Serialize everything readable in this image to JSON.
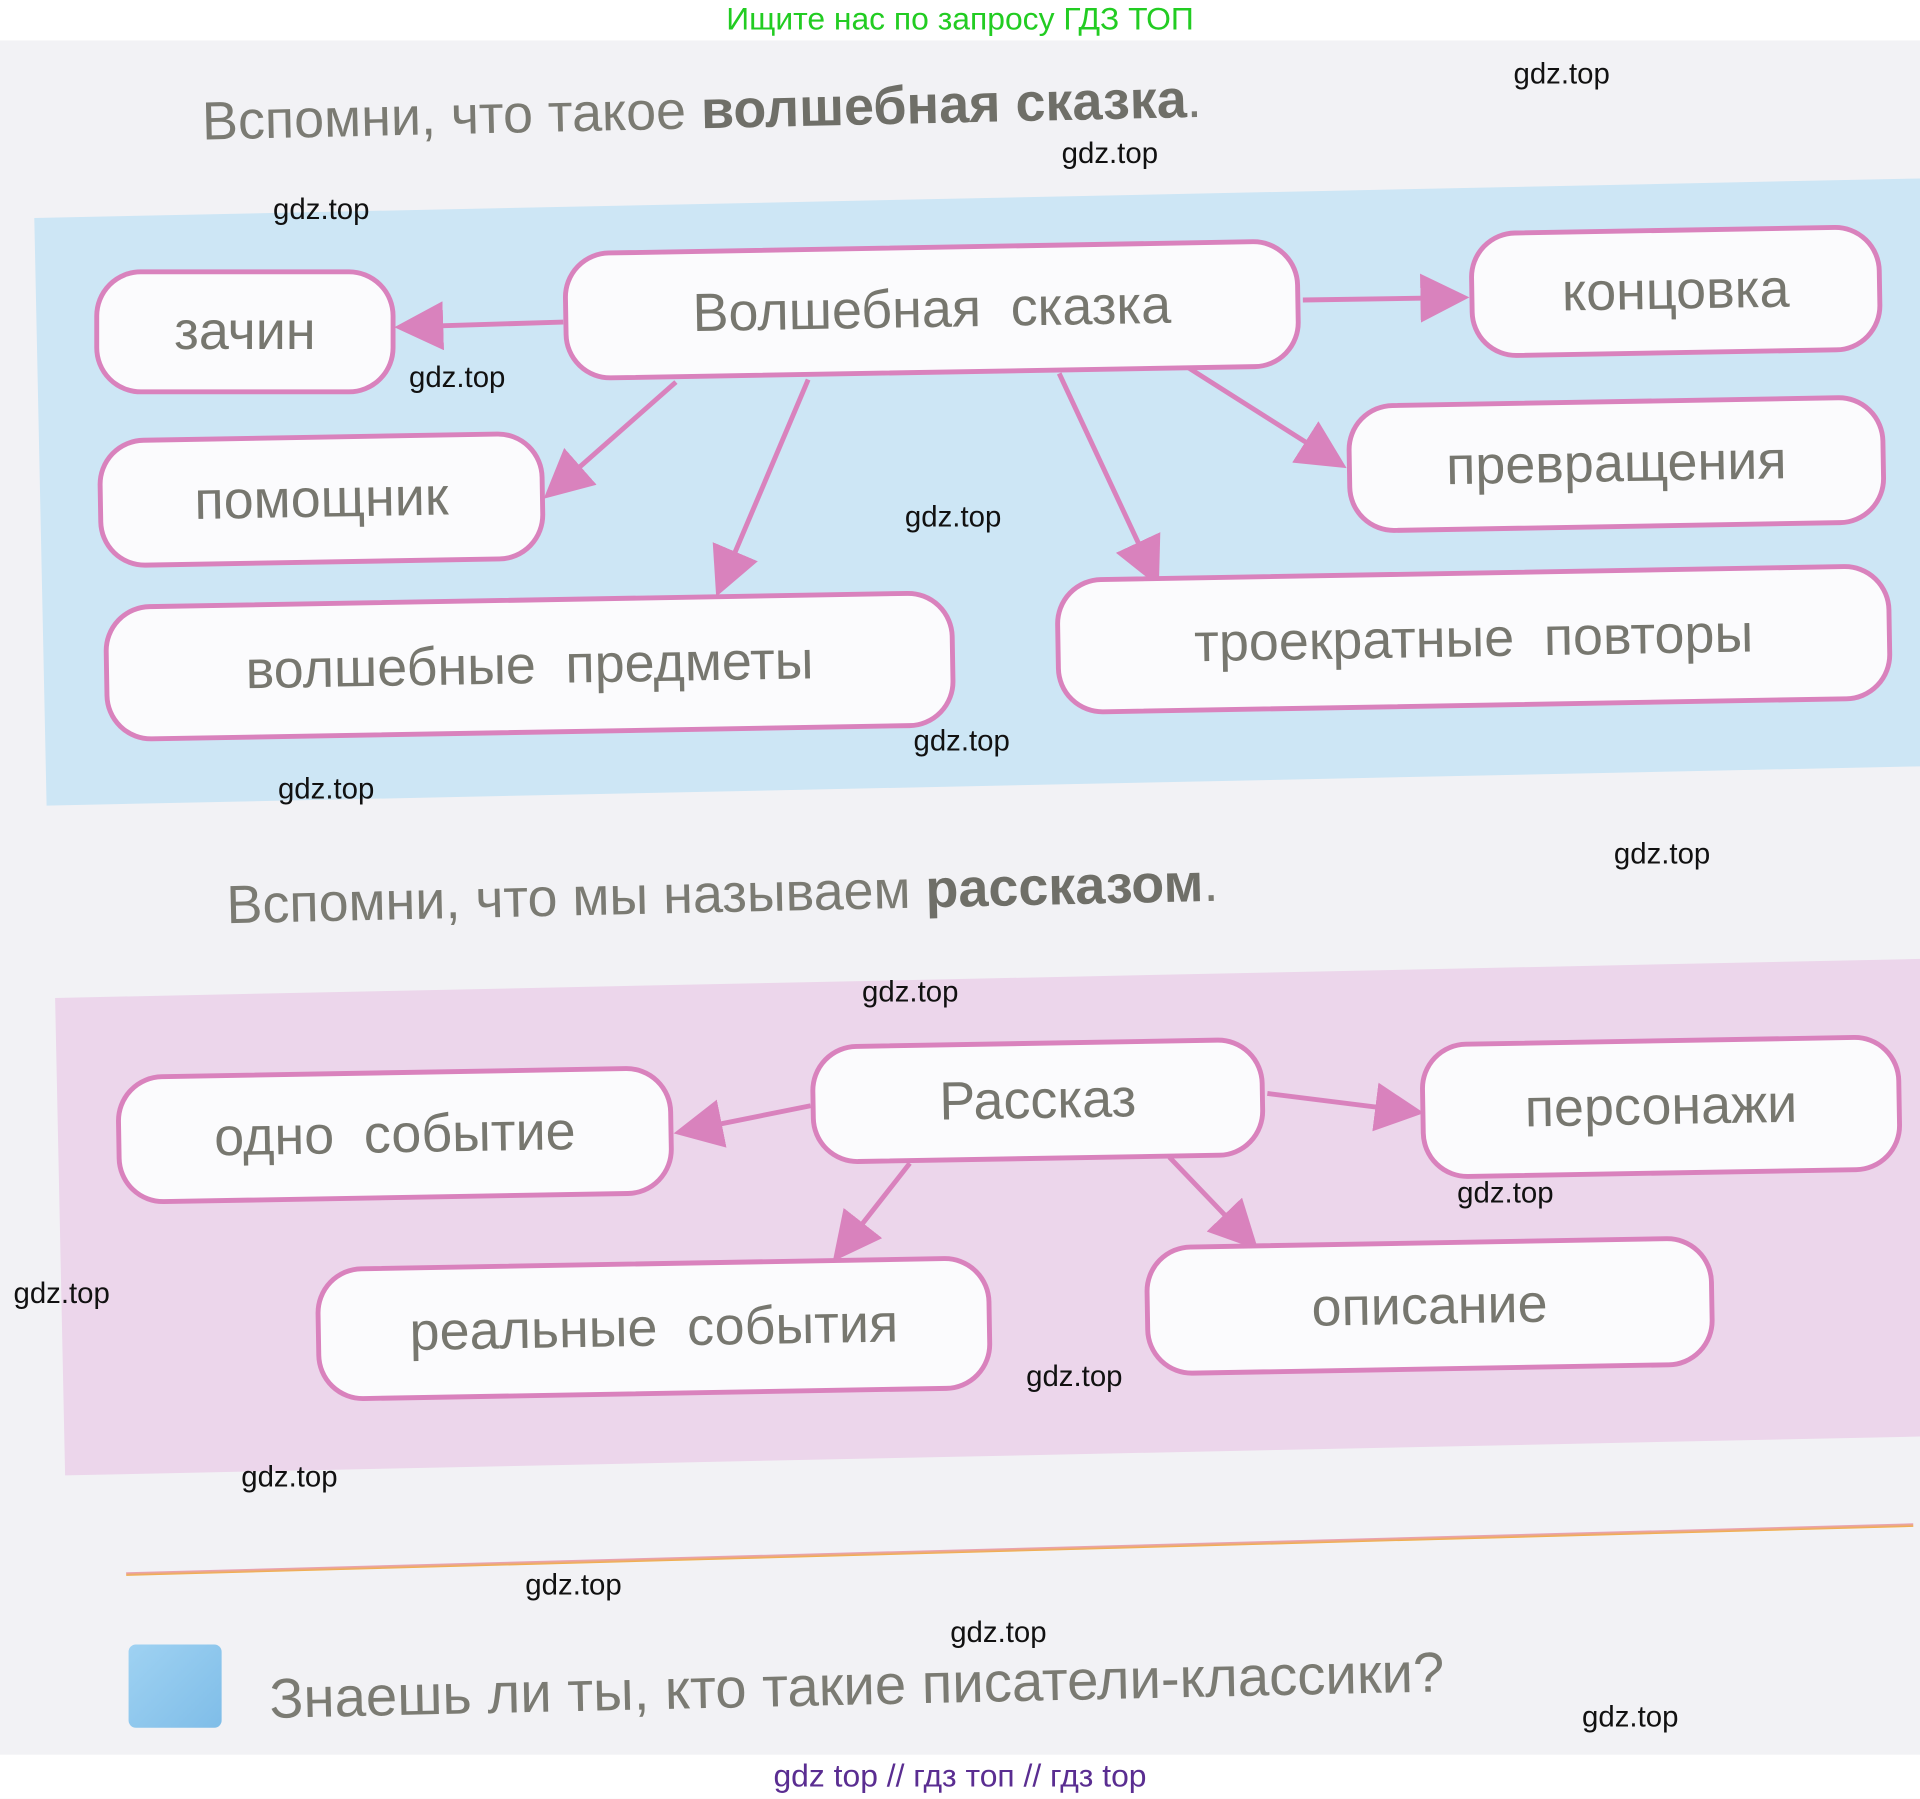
{
  "top_banner": "Ищите нас по запросу ГДЗ ТОП",
  "bottom_banner": "gdz top  //  гдз топ  //  гдз top",
  "section1": {
    "prompt_plain": "Вспомни, что такое ",
    "prompt_bold": "волшебная сказка",
    "prompt_end": ".",
    "center": "Волшебная сказка",
    "nodes": [
      "зачин",
      "концовка",
      "помощник",
      "превращения",
      "волшебные предметы",
      "троекратные повторы"
    ]
  },
  "section2": {
    "prompt_plain": "Вспомни, что мы называем ",
    "prompt_bold": "рассказом",
    "prompt_end": ".",
    "center": "Рассказ",
    "nodes": [
      "одно событие",
      "персонажи",
      "реальные события",
      "описание"
    ]
  },
  "question": "Знаешь ли ты, кто такие писатели-классики?",
  "watermark": "gdz.top",
  "colors": {
    "box_border": "#d982bd",
    "blue_panel": "#cde6f5",
    "pink_panel": "#ecd6eb",
    "banner_green": "#22cc22",
    "banner_purple": "#5a2d91"
  }
}
